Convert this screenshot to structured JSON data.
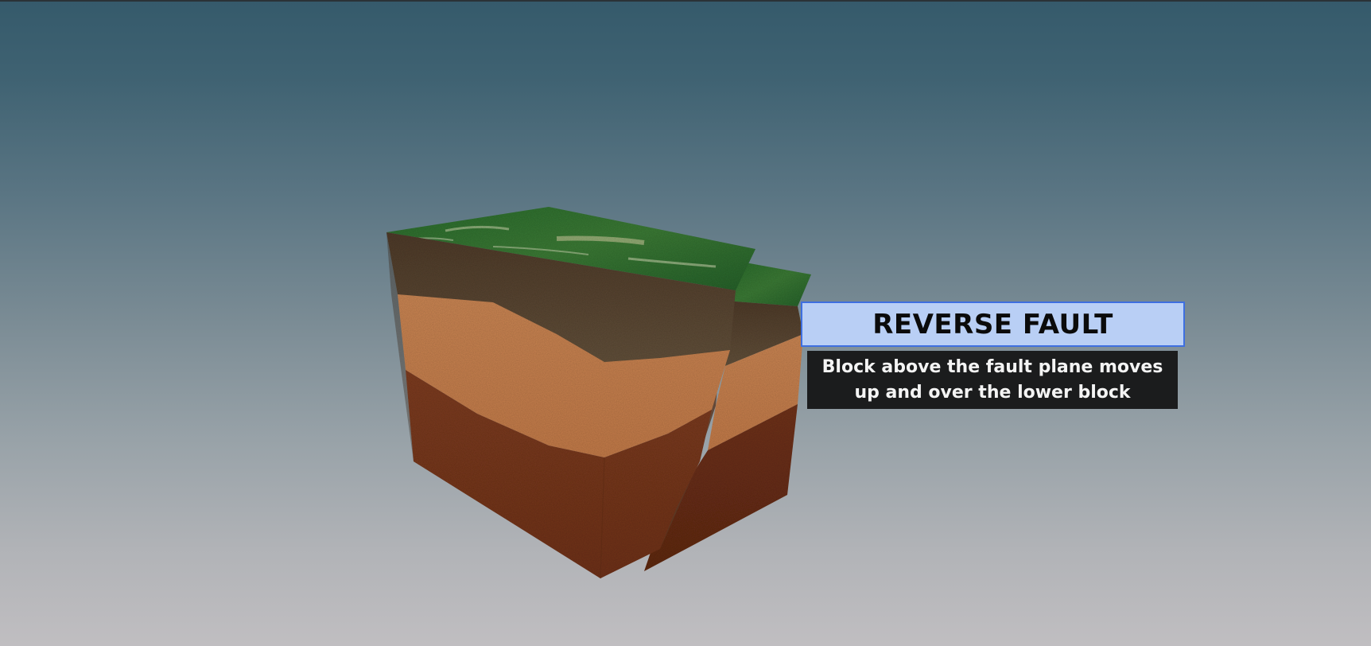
{
  "scene": {
    "subject": "reverse-fault-block-diagram",
    "background_top": "#355a6b",
    "background_bottom": "#c0bec1",
    "layers": [
      {
        "name": "grass-surface",
        "color": "#2f6a2c"
      },
      {
        "name": "topsoil",
        "color": "#5b4632"
      },
      {
        "name": "sand-layer",
        "color": "#c47c4b"
      },
      {
        "name": "bedrock",
        "color": "#7a3a1e"
      }
    ]
  },
  "label": {
    "title": "REVERSE FAULT",
    "title_bg": "#b9cff5",
    "title_border": "#3e6fe0",
    "description_lines": [
      "Block above the fault plane moves",
      "up and over the lower block"
    ],
    "description_bg": "#1b1c1d"
  }
}
